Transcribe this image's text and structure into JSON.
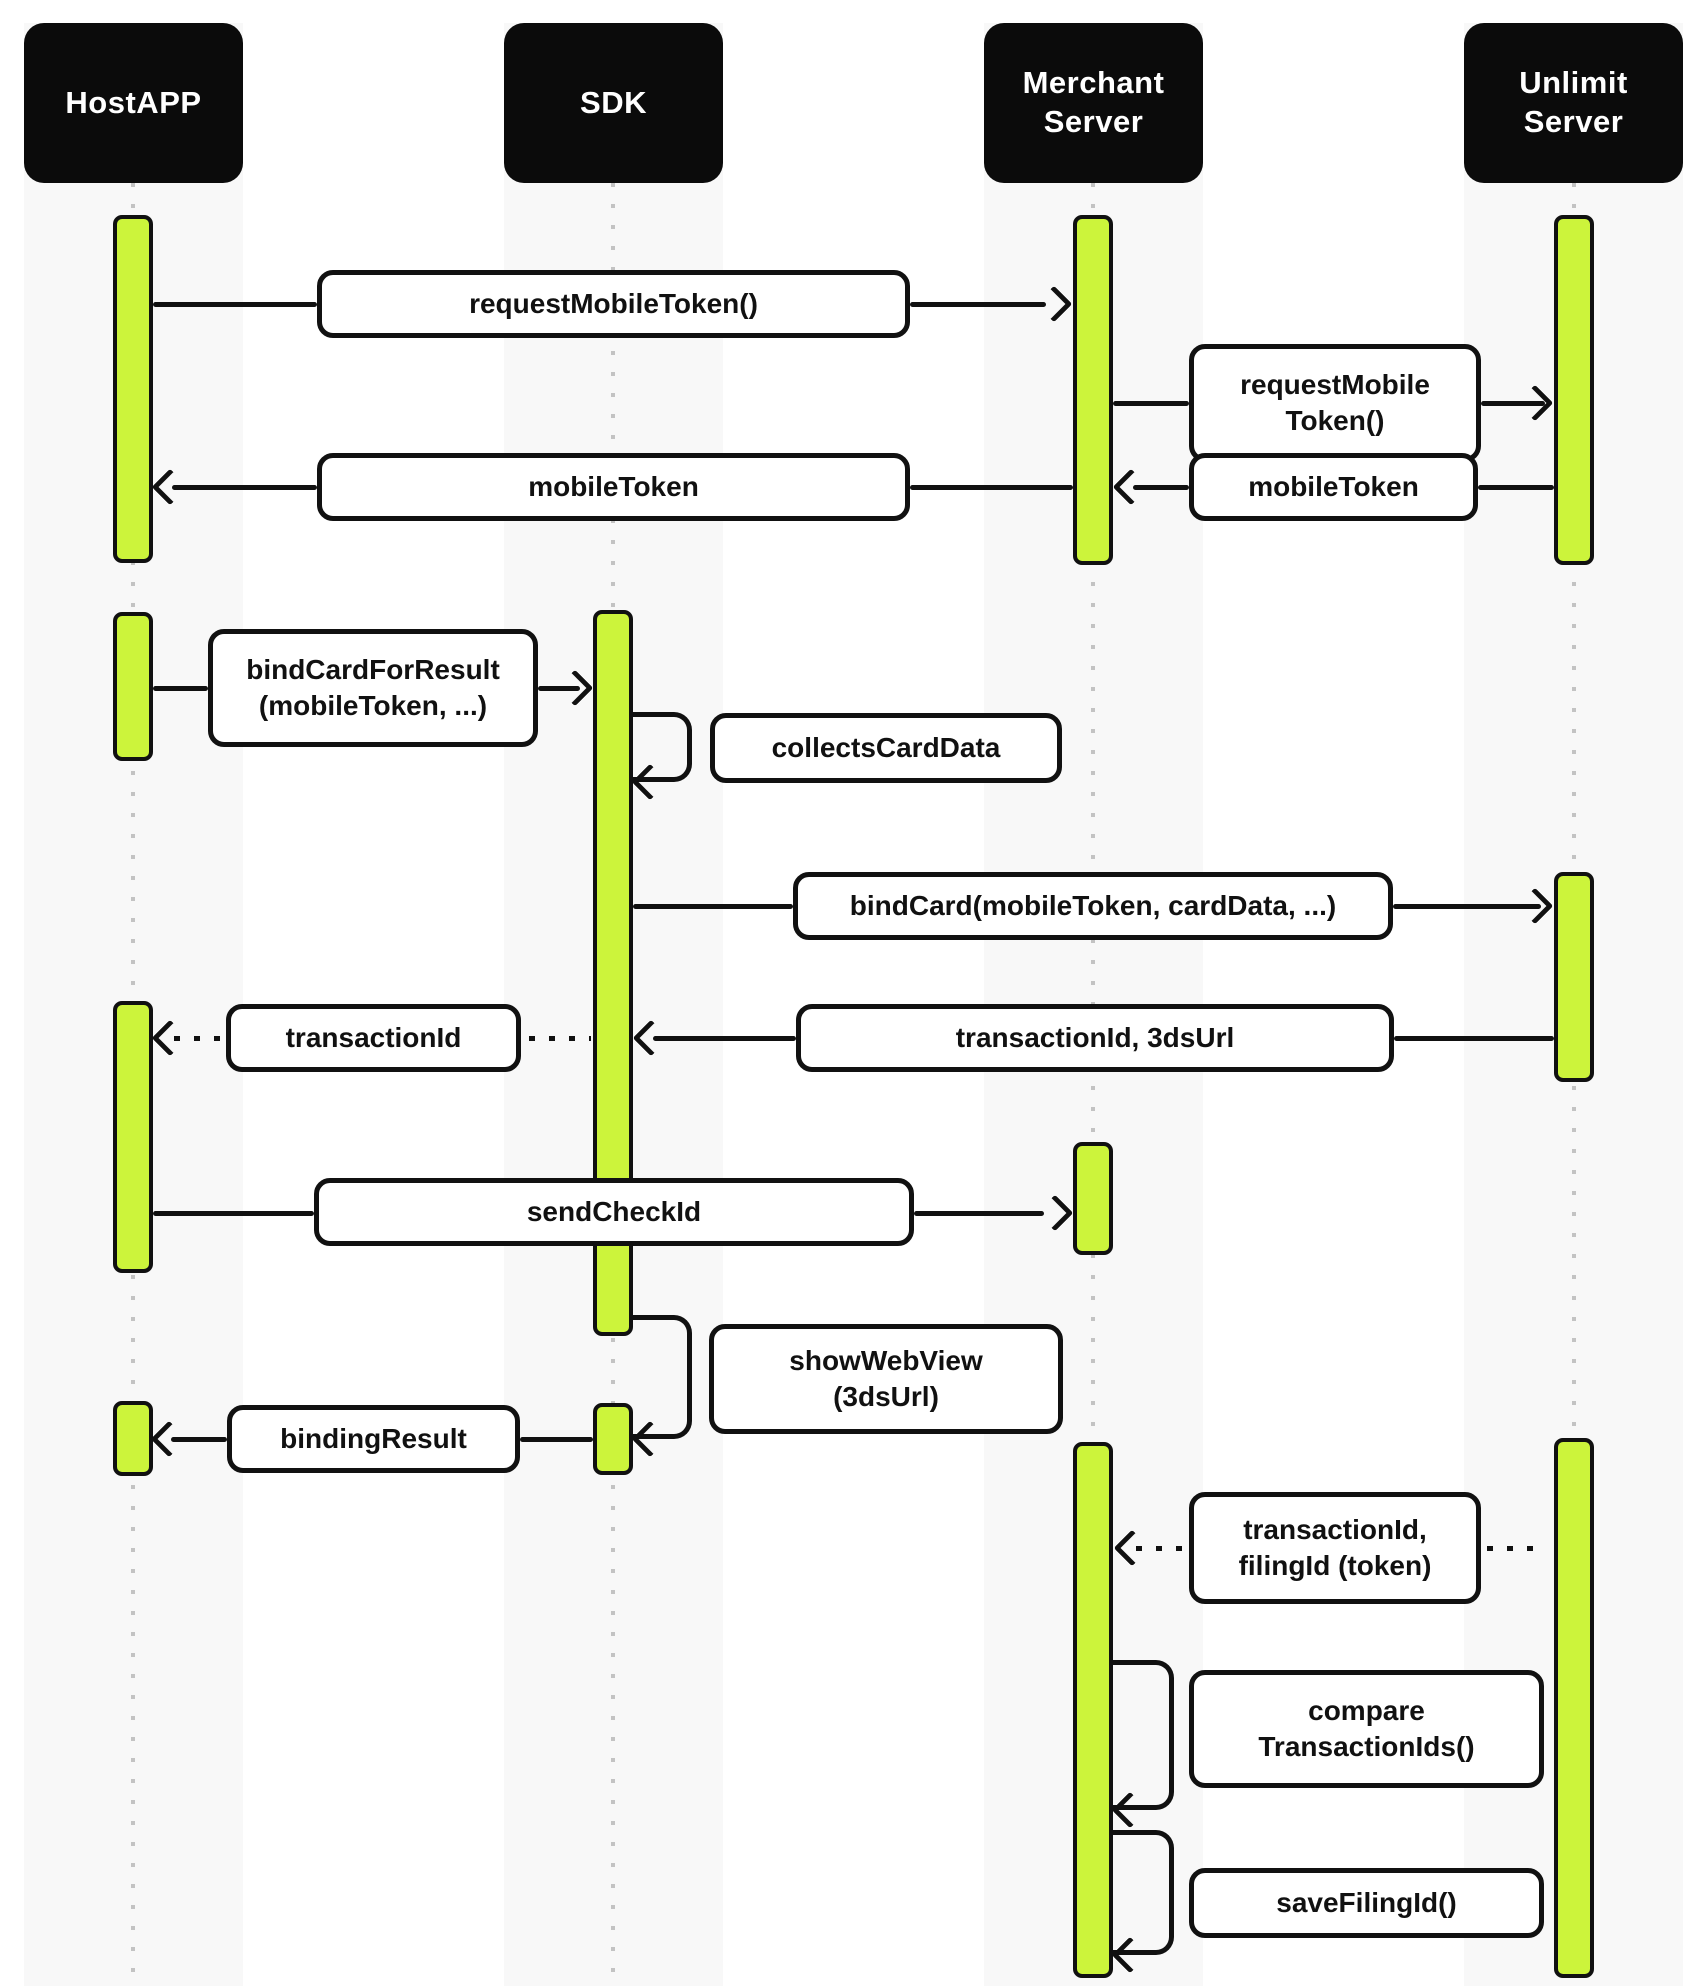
{
  "colors": {
    "accent_green": "#ccf43b",
    "ink": "#111111",
    "band": "#f8f8f8",
    "lifeline_dot": "#c3c3c3",
    "box_bg": "#ffffff",
    "header_bg": "#0b0b0b",
    "header_text": "#ffffff"
  },
  "actors": [
    {
      "id": "hostapp",
      "label": "HostAPP"
    },
    {
      "id": "sdk",
      "label": "SDK"
    },
    {
      "id": "merchant-server",
      "label": "Merchant\nServer"
    },
    {
      "id": "unlimit-server",
      "label": "Unlimit\nServer"
    }
  ],
  "messages": [
    {
      "label": "requestMobileToken()",
      "from": "HostAPP",
      "to": "Merchant Server",
      "style": "solid"
    },
    {
      "label": "requestMobile\nToken()",
      "from": "Merchant Server",
      "to": "Unlimit Server",
      "style": "solid"
    },
    {
      "label": "mobileToken",
      "from": "Unlimit Server",
      "to": "Merchant Server",
      "style": "solid"
    },
    {
      "label": "mobileToken",
      "from": "Merchant Server",
      "to": "HostAPP",
      "style": "solid"
    },
    {
      "label": "bindCardForResult\n(mobileToken, ...)",
      "from": "HostAPP",
      "to": "SDK",
      "style": "solid"
    },
    {
      "label": "collectsCardData",
      "from": "SDK",
      "to": "SDK",
      "style": "self"
    },
    {
      "label": "bindCard(mobileToken, cardData, ...)",
      "from": "SDK",
      "to": "Unlimit Server",
      "style": "solid"
    },
    {
      "label": "transactionId, 3dsUrl",
      "from": "Unlimit Server",
      "to": "SDK",
      "style": "solid"
    },
    {
      "label": "transactionId",
      "from": "SDK",
      "to": "HostAPP",
      "style": "dashed"
    },
    {
      "label": "sendCheckId",
      "from": "HostAPP",
      "to": "Merchant Server",
      "style": "solid"
    },
    {
      "label": "showWebView\n(3dsUrl)",
      "from": "SDK",
      "to": "SDK",
      "style": "self"
    },
    {
      "label": "bindingResult",
      "from": "SDK",
      "to": "HostAPP",
      "style": "solid"
    },
    {
      "label": "transactionId,\nfilingId (token)",
      "from": "Unlimit Server",
      "to": "Merchant Server",
      "style": "dashed"
    },
    {
      "label": "compare\nTransactionIds()",
      "from": "Merchant Server",
      "to": "Merchant Server",
      "style": "self"
    },
    {
      "label": "saveFilingId()",
      "from": "Merchant Server",
      "to": "Merchant Server",
      "style": "self"
    }
  ]
}
